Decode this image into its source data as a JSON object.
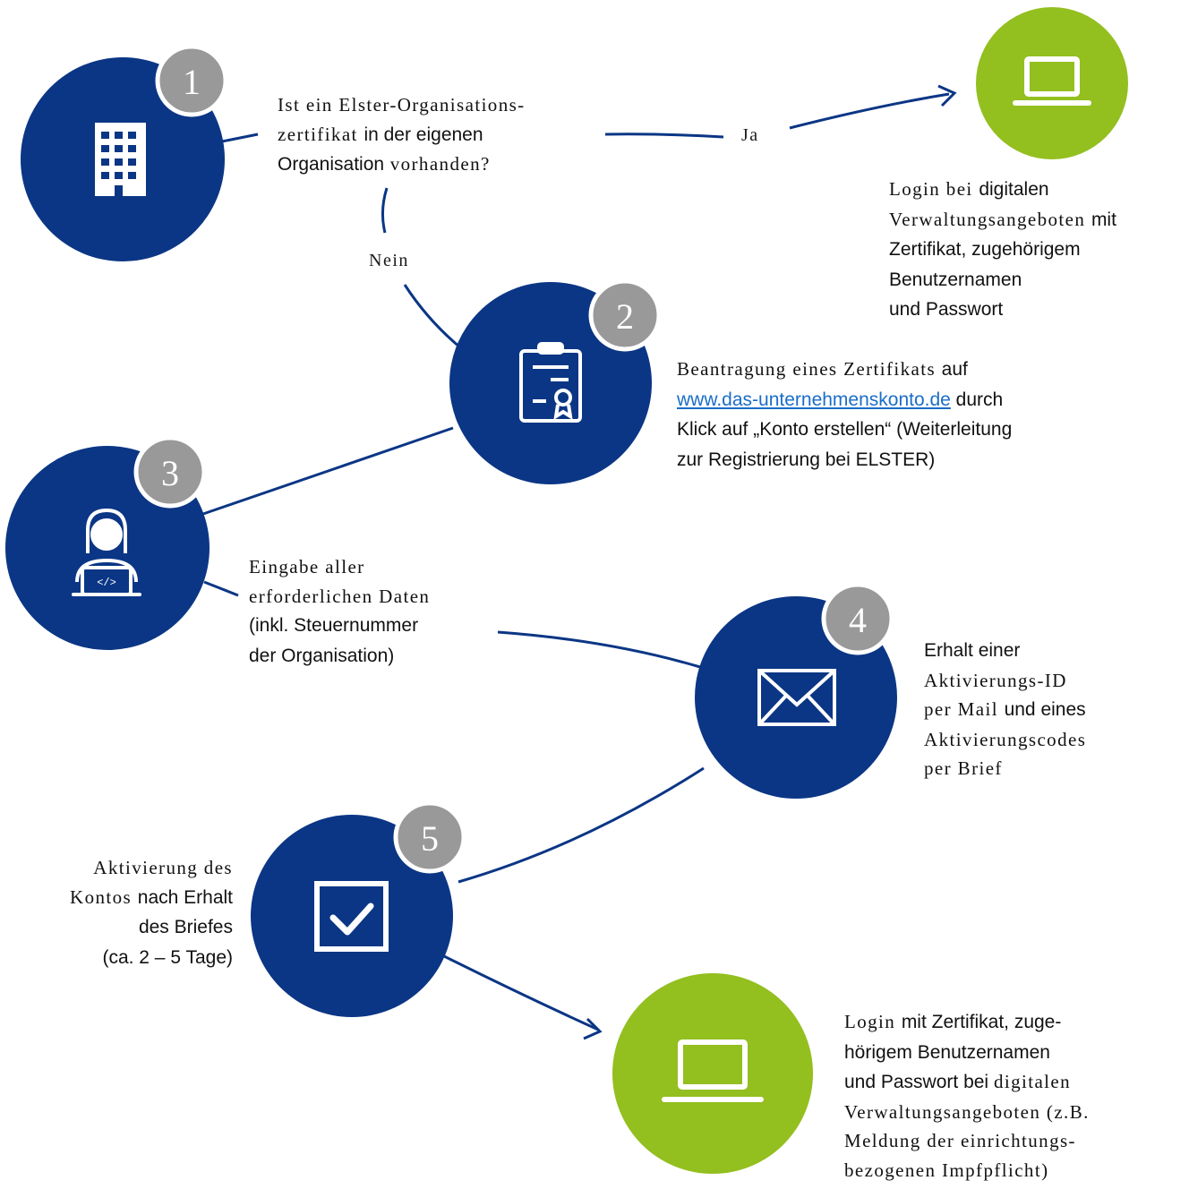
{
  "colors": {
    "node_primary": "#0b3685",
    "node_success": "#93bf1f",
    "badge": "#999999",
    "line": "#0b3685"
  },
  "steps": [
    {
      "number": "1",
      "icon": "office-building-icon"
    },
    {
      "number": "2",
      "icon": "certificate-clipboard-icon"
    },
    {
      "number": "3",
      "icon": "developer-at-laptop-icon"
    },
    {
      "number": "4",
      "icon": "envelope-icon"
    },
    {
      "number": "5",
      "icon": "checkbox-checked-icon"
    }
  ],
  "login_icon": "laptop-icon",
  "edges": {
    "yes_label": "Ja",
    "no_label": "Nein"
  },
  "question": {
    "line1": "Ist ein Elster-Organisations-",
    "line2_a": "zertifikat ",
    "line2_b": "in der eigenen",
    "line3_a": "Organisation",
    "line3_b": " vorhanden?"
  },
  "login_top": {
    "line1_a": "Login bei ",
    "line1_b": "digitalen",
    "line2_a": "Verwaltungsangeboten ",
    "line2_b": "mit",
    "line3": "Zertifikat, zugehörigem",
    "line4": "Benutzernamen",
    "line5": "und Passwort"
  },
  "step2_text": {
    "line1_a": "Beantragung eines Zertifikats ",
    "line1_b": "auf",
    "link": "www.das-unternehmenskonto.de",
    "line2_b": " durch",
    "line3": "Klick auf „Konto erstellen“ (Weiterleitung",
    "line4": "zur Registrierung bei ELSTER)"
  },
  "step3_text": {
    "line1": "Eingabe aller",
    "line2": "erforderlichen Daten",
    "line3": "(inkl. Steuernummer",
    "line4": "der Organisation)"
  },
  "step4_text": {
    "line1": "Erhalt einer",
    "line2": "Aktivierungs-ID",
    "line3_a": "per Mail ",
    "line3_b": "und eines",
    "line4": "Aktivierungscodes",
    "line5": "per Brief"
  },
  "step5_text": {
    "line1": "Aktivierung des",
    "line2_a": "Kontos ",
    "line2_b": "nach Erhalt",
    "line3": "des Briefes",
    "line4": "(ca. 2 – 5 Tage)"
  },
  "login_bottom": {
    "line1_a": "Login ",
    "line1_b": "mit Zertifikat, zuge-",
    "line2": "hörigem Benutzernamen",
    "line3_a": "und Passwort bei ",
    "line3_b": "digitalen",
    "line4": "Verwaltungsangeboten (z.B.",
    "line5": "Meldung der einrichtungs-",
    "line6": "bezogenen Impfpflicht)"
  }
}
